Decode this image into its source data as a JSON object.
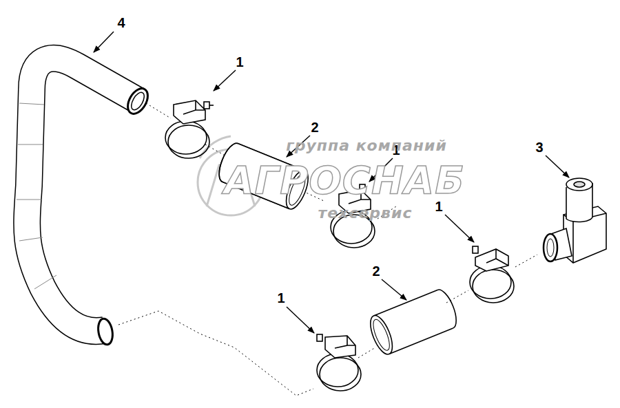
{
  "diagram": {
    "labels": [
      "4",
      "1",
      "2",
      "1",
      "3",
      "1",
      "2",
      "1",
      "группа компаний",
      "АГРОСНАБ",
      "техсервис"
    ]
  }
}
